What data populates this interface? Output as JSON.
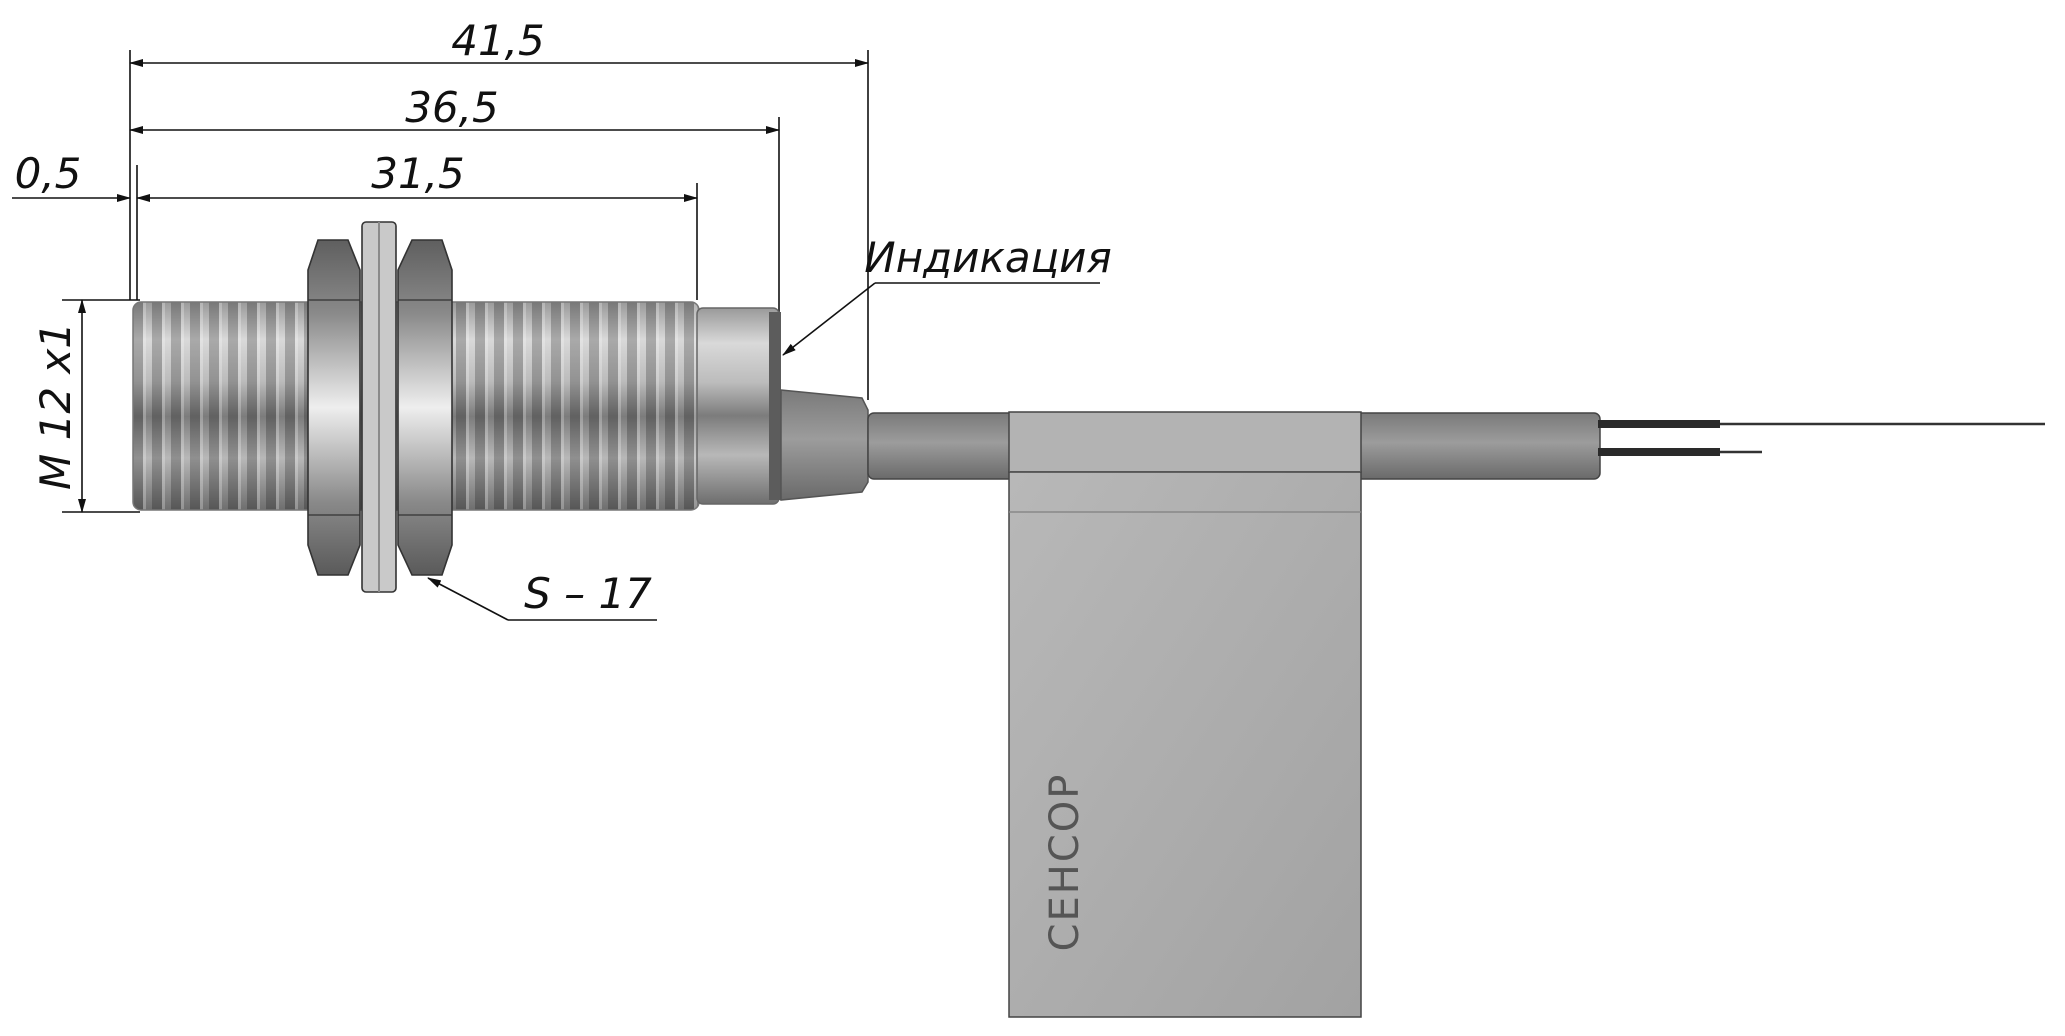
{
  "dimensions": {
    "overall_length": "41,5",
    "body_length": "36,5",
    "thread_length": "31,5",
    "offset": "0,5"
  },
  "thread_label": "M 12 x1",
  "indicator_label": "Индикация",
  "wrench_label": "S – 17",
  "tag_brand": "СЕНСОР",
  "colors": {
    "metal_dark": "#6f6f6f",
    "metal_light": "#e6e6e6",
    "cable": "#8f8f8f",
    "tag": "#adadad",
    "line": "#111111"
  }
}
